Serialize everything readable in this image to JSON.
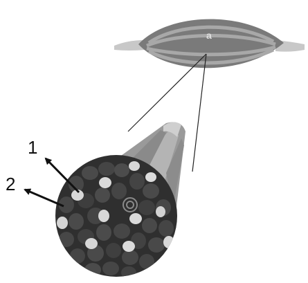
{
  "diagram": {
    "muscle_marker": "a",
    "labels": [
      {
        "id": "label-1",
        "text": "1"
      },
      {
        "id": "label-2",
        "text": "2"
      }
    ],
    "colors": {
      "muscle_outer": "#7a7a7a",
      "muscle_stripe": "#a8a8a8",
      "tendon": "#c8c8c8",
      "bundle_cone": "#9a9a9a",
      "bundle_face": "#4a4a4a",
      "fiber_dark": "#3a3a3a",
      "fiber_light": "#d8d8d8",
      "arrow": "#111111",
      "line": "#222222"
    }
  }
}
